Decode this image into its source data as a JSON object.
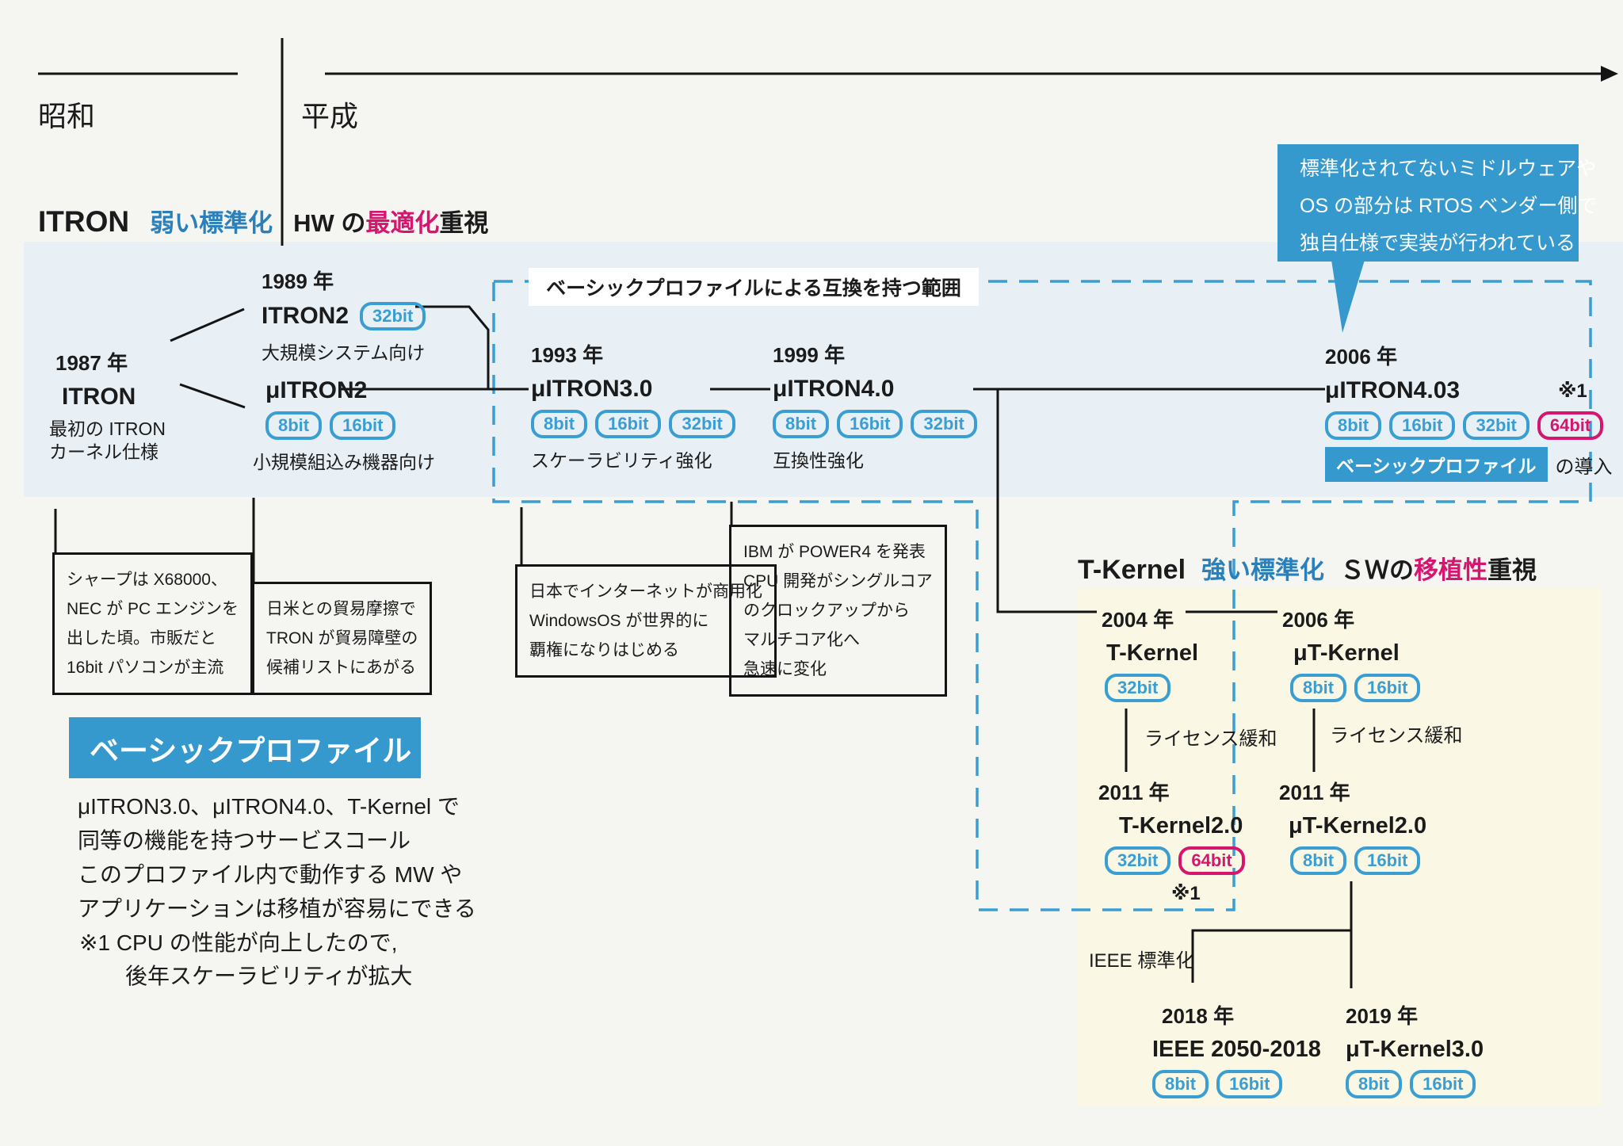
{
  "colors": {
    "accent_blue": "#3a9ed2",
    "accent_pink": "#d5156e",
    "band_blue": "#e8f0f6",
    "panel_yellow": "#faf8e4",
    "callout_blue": "#3599cd",
    "heading_blue": "#2b80ba"
  },
  "era": {
    "showa": "昭和",
    "heisei": "平成"
  },
  "itron": {
    "title": "ITRON",
    "tag_blue": "弱い標準化",
    "tag_pre": "HW の",
    "tag_pink": "最適化",
    "tag_post": "重視",
    "range_label": "ベーシックプロファイルによる互換を持つ範囲",
    "nodes": {
      "itron1987": {
        "year": "1987 年",
        "name": "ITRON",
        "desc1": "最初の ITRON",
        "desc2": "カーネル仕様"
      },
      "itron2": {
        "year": "1989 年",
        "name": "ITRON2",
        "badge32": "32bit",
        "desc": "大規模システム向け"
      },
      "uitron2": {
        "name": "μITRON2",
        "badge8": "8bit",
        "badge16": "16bit",
        "desc": "小規模組込み機器向け"
      },
      "uitron30": {
        "year": "1993 年",
        "name": "μITRON3.0",
        "badge8": "8bit",
        "badge16": "16bit",
        "badge32": "32bit",
        "desc": "スケーラビリティ強化"
      },
      "uitron40": {
        "year": "1999 年",
        "name": "μITRON4.0",
        "badge8": "8bit",
        "badge16": "16bit",
        "badge32": "32bit",
        "desc": "互換性強化"
      },
      "uitron403": {
        "year": "2006 年",
        "name": "μITRON4.03",
        "note": "※1",
        "badge8": "8bit",
        "badge16": "16bit",
        "badge32": "32bit",
        "badge64": "64bit",
        "profile_label": "ベーシックプロファイル",
        "profile_suffix": "の導入"
      }
    },
    "context_boxes": {
      "sharp": [
        "シャープは X68000、",
        "NEC が PC エンジンを",
        "出した頃。市販だと",
        "16bit パソコンが主流"
      ],
      "trade": [
        "日米との貿易摩擦で",
        "TRON が貿易障壁の",
        "候補リストにあがる"
      ],
      "internet": [
        "日本でインターネットが商用化",
        "WindowsOS が世界的に",
        "覇権になりはじめる"
      ],
      "ibm": [
        "IBM が POWER4 を発表",
        "CPU 開発がシングルコア",
        "のクロックアップから",
        "マルチコア化へ",
        "急速に変化"
      ]
    },
    "callout": [
      "標準化されてないミドルウェアや",
      "OS の部分は RTOS ベンダー側で",
      "独自仕様で実装が行われている"
    ]
  },
  "tkernel": {
    "title": "T-Kernel",
    "tag_blue": "強い標準化",
    "tag_pre": "ＳＷの",
    "tag_pink": "移植性",
    "tag_post": "重視",
    "license_label_left": "ライセンス緩和",
    "license_label_right": "ライセンス緩和",
    "ieee_label": "IEEE 標準化",
    "nodes": {
      "tkernel2004": {
        "year": "2004 年",
        "name": "T-Kernel",
        "badge32": "32bit"
      },
      "utkernel2006": {
        "year": "2006 年",
        "name": "μT-Kernel",
        "badge8": "8bit",
        "badge16": "16bit"
      },
      "tkernel20": {
        "year": "2011 年",
        "name": "T-Kernel2.0",
        "badge32": "32bit",
        "badge64": "64bit",
        "note": "※1"
      },
      "utkernel20": {
        "year": "2011 年",
        "name": "μT-Kernel2.0",
        "badge8": "8bit",
        "badge16": "16bit"
      },
      "ieee2018": {
        "year": "2018 年",
        "name": "IEEE 2050-2018",
        "badge8": "8bit",
        "badge16": "16bit"
      },
      "utkernel30": {
        "year": "2019 年",
        "name": "μT-Kernel3.0",
        "badge8": "8bit",
        "badge16": "16bit"
      }
    }
  },
  "legend": {
    "title": "ベーシックプロファイル",
    "body": [
      "μITRON3.0、μITRON4.0、T-Kernel で",
      "同等の機能を持つサービスコール",
      "このプロファイル内で動作する MW や",
      "アプリケーションは移植が容易にできる"
    ],
    "footnote1": "※1  CPU の性能が向上したので,",
    "footnote2": "後年スケーラビリティが拡大"
  }
}
